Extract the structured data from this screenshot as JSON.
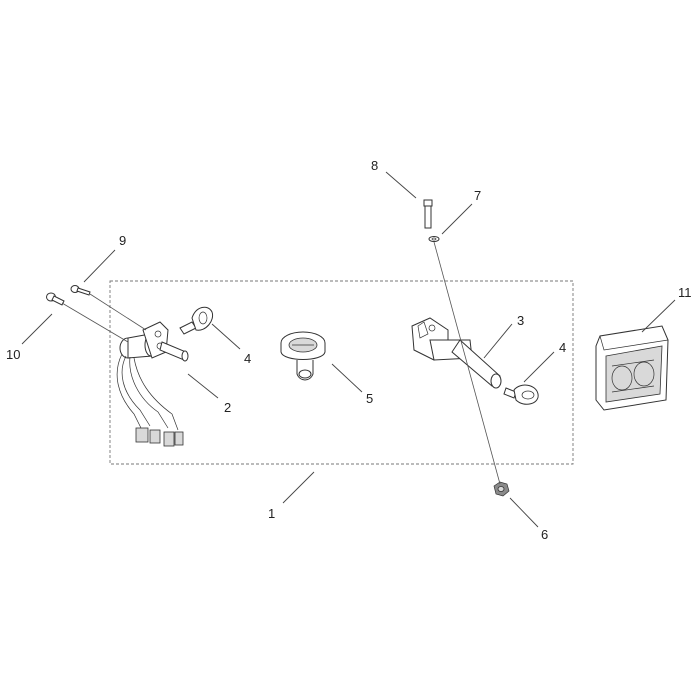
{
  "callouts": {
    "c1": "1",
    "c2": "2",
    "c3": "3",
    "c4a": "4",
    "c4b": "4",
    "c5": "5",
    "c6": "6",
    "c7": "7",
    "c8": "8",
    "c9": "9",
    "c10": "10",
    "c11": "11"
  },
  "icons": {
    "ignition_switch": "ignition-switch-icon",
    "key": "key-icon",
    "fuel_cap": "fuel-cap-icon",
    "steering_lock": "steering-lock-icon",
    "nut": "nut-icon",
    "washer": "washer-icon",
    "bolt": "bolt-icon",
    "screw": "screw-icon",
    "instruction_sheet": "instruction-sheet-icon"
  }
}
